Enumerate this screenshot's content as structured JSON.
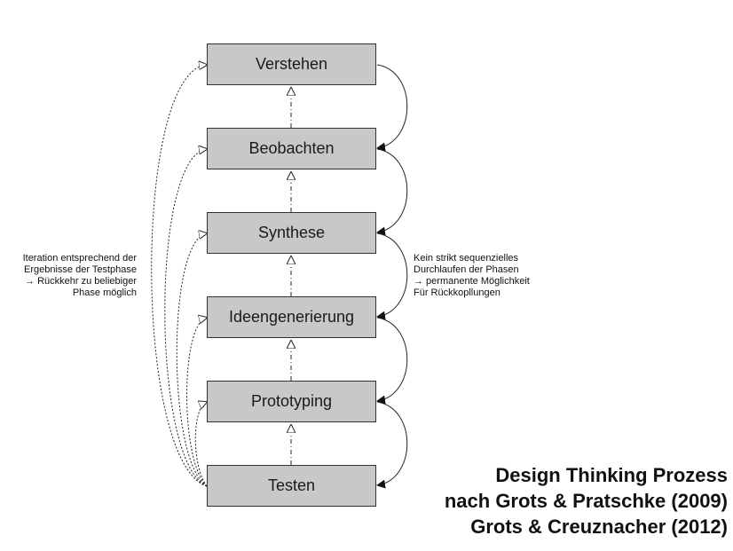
{
  "phases": [
    "Verstehen",
    "Beobachten",
    "Synthese",
    "Ideengenerierung",
    "Prototyping",
    "Testen"
  ],
  "note_left": {
    "line1": "Iteration entsprechend der",
    "line2": "Ergebnisse der Testphase",
    "line3": "→ Rückkehr zu beliebiger",
    "line4": "Phase möglich"
  },
  "note_right": {
    "line1": "Kein strikt sequenzielles",
    "line2": "Durchlaufen der Phasen",
    "line3": "→ permanente Möglichkeit",
    "line4": "Für Rückkopllungen"
  },
  "title": {
    "line1": "Design Thinking Prozess",
    "line2": "nach Grots & Pratschke (2009)",
    "line3": "Grots & Creuznacher (2012)"
  },
  "colors": {
    "box_fill": "#c8c8c8",
    "box_border": "#333333",
    "line": "#222222"
  }
}
